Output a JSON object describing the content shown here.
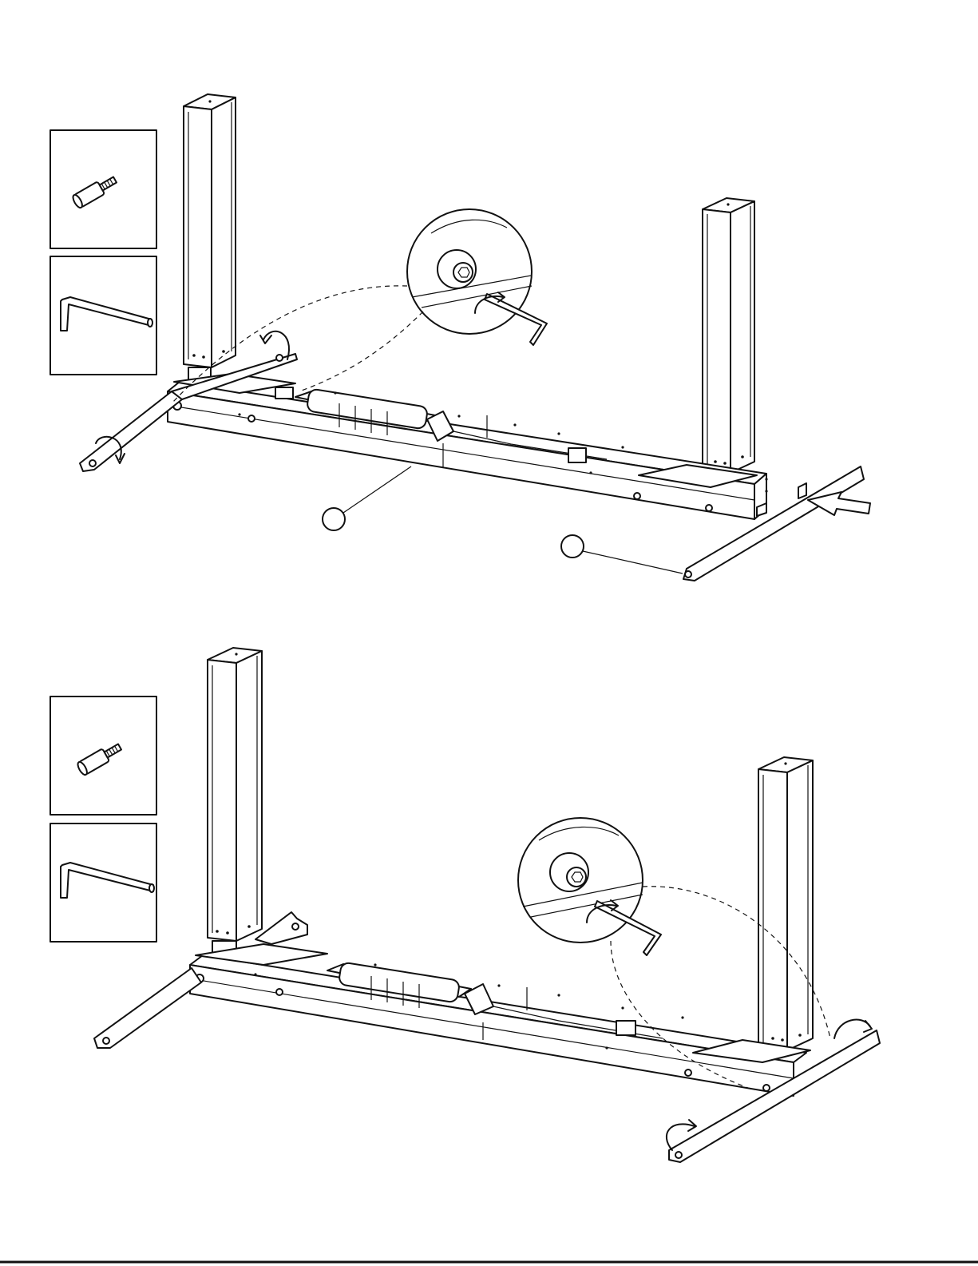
{
  "steps": [
    {
      "id": "step-top",
      "parts": [
        "screw-bolt",
        "hex-key"
      ],
      "callouts": [
        "",
        ""
      ],
      "motion": "slide-foot-onto-frame"
    },
    {
      "id": "step-bottom",
      "parts": [
        "screw-bolt",
        "hex-key"
      ],
      "callouts": [],
      "motion": "tighten-screws"
    }
  ],
  "colors": {
    "line": "#111111",
    "background": "#ffffff"
  }
}
